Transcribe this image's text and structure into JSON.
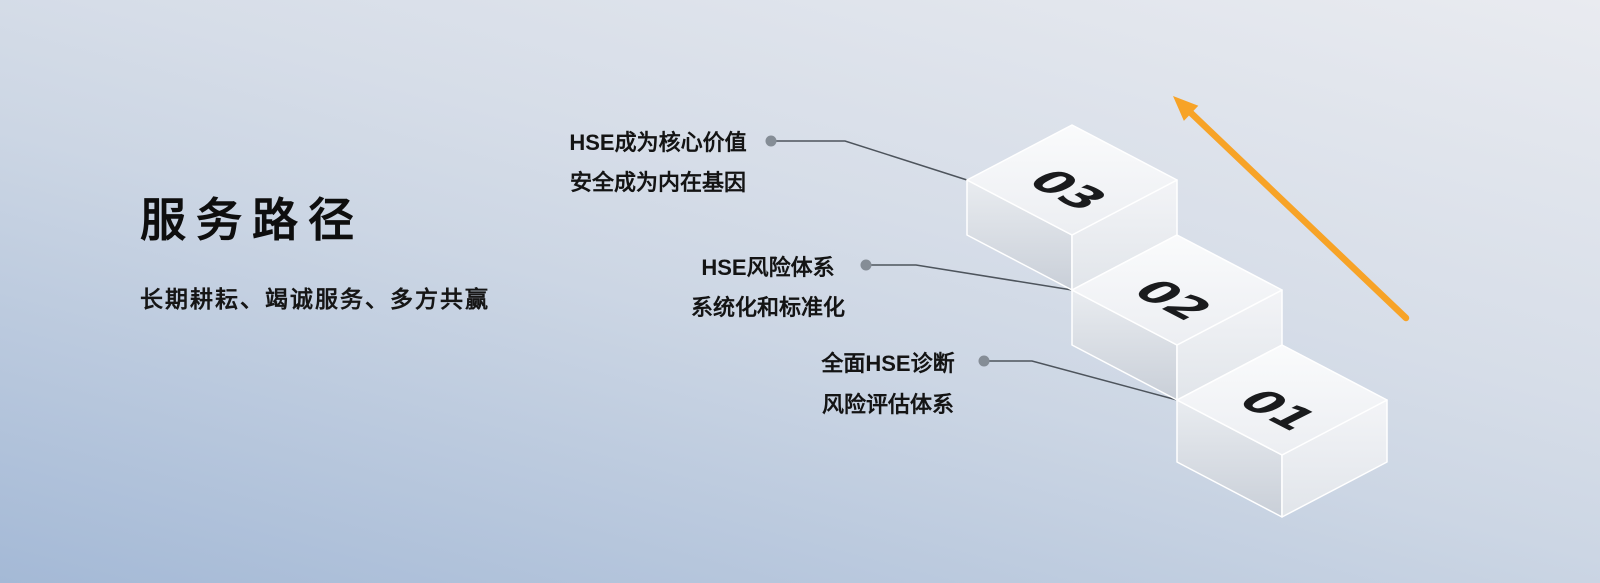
{
  "header": {
    "title": "服务路径",
    "subtitle": "长期耕耘、竭诚服务、多方共赢"
  },
  "steps": [
    {
      "number": "03",
      "line1": "HSE成为核心价值",
      "line2": "安全成为内在基因"
    },
    {
      "number": "02",
      "line1": "HSE风险体系",
      "line2": "系统化和标准化"
    },
    {
      "number": "01",
      "line1": "全面HSE诊断",
      "line2": "风险评估体系"
    }
  ],
  "icons": {
    "arrow": "upward-diagonal-arrow",
    "dot": "connector-dot"
  },
  "colors": {
    "arrow": "#F7A327",
    "connector_line": "#4d545c",
    "connector_dot": "#858d96",
    "step_top_light": "#fafbfc",
    "step_top_dark": "#eceef2",
    "step_side_left_light": "#e9ecf0",
    "step_side_left_dark": "#c9cfd8",
    "step_side_right_light": "#f3f4f7",
    "step_side_right_dark": "#e1e5ea",
    "background_top": "#e9ebf0",
    "background_bottom": "#a4b9d6",
    "text": "#141414"
  }
}
